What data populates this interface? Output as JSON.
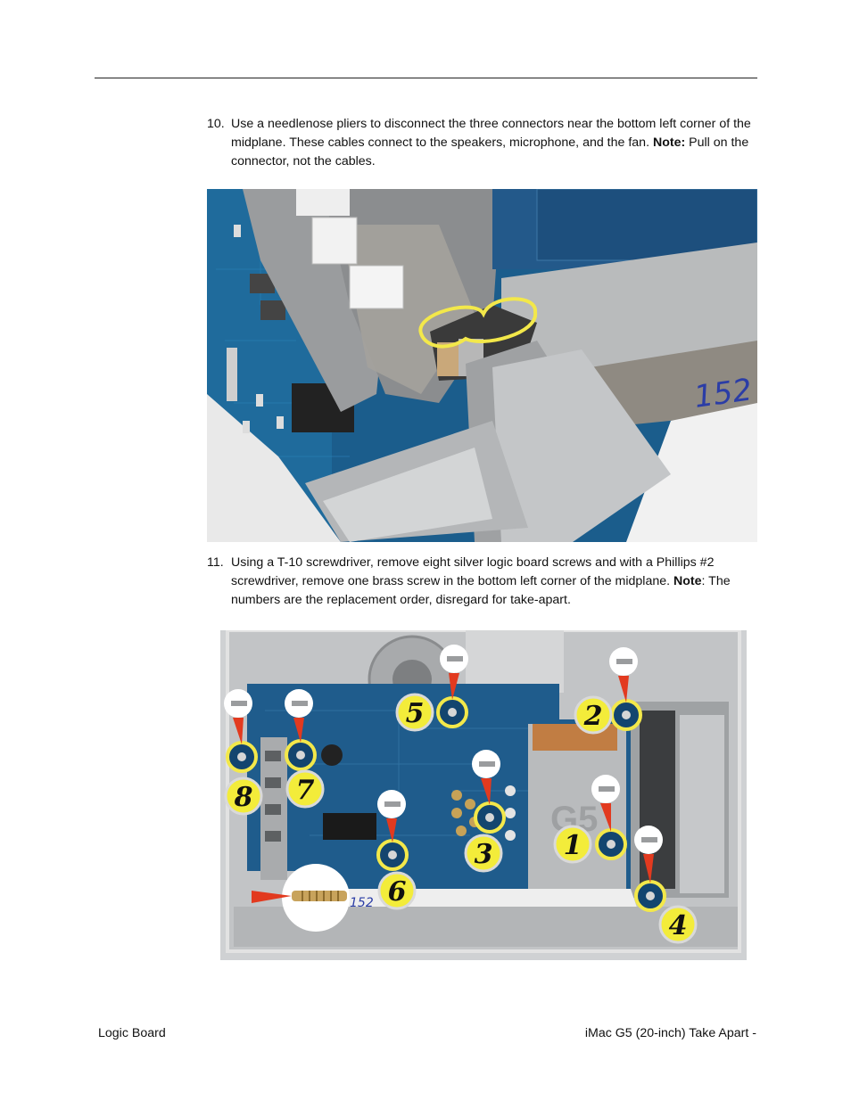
{
  "steps": [
    {
      "number": "10.",
      "segments": [
        {
          "text": "Use a needlenose pliers to disconnect the three connectors near the bottom left corner of the midplane. These cables connect to the speakers, microphone, and the fan. ",
          "bold": false
        },
        {
          "text": "Note:",
          "bold": true
        },
        {
          "text": " Pull on the connector, not the cables.",
          "bold": false
        }
      ]
    },
    {
      "number": "11.",
      "segments": [
        {
          "text": "Using a T-10 screwdriver, remove eight silver logic board screws and with a Phillips #2 screwdriver, remove one brass screw in the bottom left corner of the midplane. ",
          "bold": false
        },
        {
          "text": "Note",
          "bold": true
        },
        {
          "text": ": The numbers are the replacement order, disregard for take-apart.",
          "bold": false
        }
      ]
    }
  ],
  "photo1": {
    "handwriting": "152"
  },
  "photo2": {
    "board_label": "G5",
    "handwriting": "152",
    "screw_badges": [
      "1",
      "2",
      "3",
      "4",
      "5",
      "6",
      "7",
      "8"
    ]
  },
  "footer": {
    "left": "Logic Board",
    "right": "iMac G5 (20-inch) Take Apart -"
  }
}
